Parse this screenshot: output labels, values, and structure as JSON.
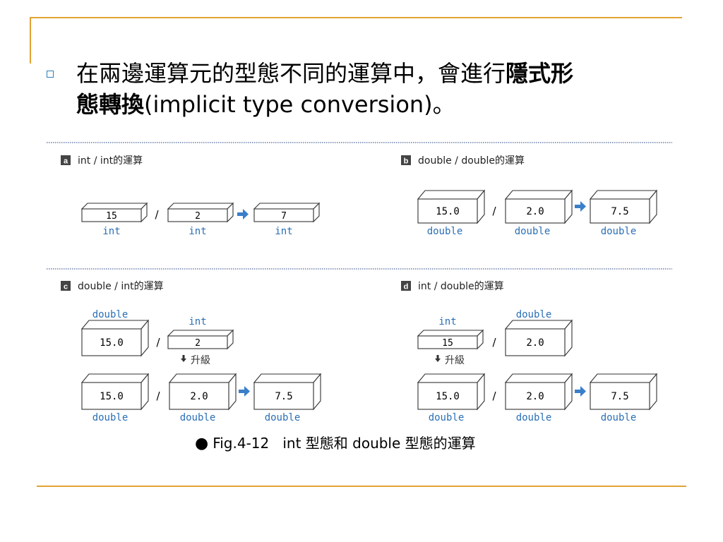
{
  "bullet": {
    "line1_plain": "在兩邊運算元的型態不同的運算中，會進行",
    "line1_bold": "隱式形",
    "line2_bold": "態轉換",
    "line2_plain": "(implicit type conversion)。"
  },
  "panels": {
    "a": {
      "letter": "a",
      "title": "int / int的運算",
      "op1": {
        "value": "15",
        "type": "int"
      },
      "op2": {
        "value": "2",
        "type": "int"
      },
      "result": {
        "value": "7",
        "type": "int"
      },
      "op": "/"
    },
    "b": {
      "letter": "b",
      "title": "double / double的運算",
      "op1": {
        "value": "15.0",
        "type": "double"
      },
      "op2": {
        "value": "2.0",
        "type": "double"
      },
      "result": {
        "value": "7.5",
        "type": "double"
      },
      "op": "/"
    },
    "c": {
      "letter": "c",
      "title": "double / int的運算",
      "top1": {
        "value": "15.0",
        "type": "double"
      },
      "top2": {
        "value": "2",
        "type": "int"
      },
      "promote": "升級",
      "bot1": {
        "value": "15.0",
        "type": "double"
      },
      "bot2": {
        "value": "2.0",
        "type": "double"
      },
      "result": {
        "value": "7.5",
        "type": "double"
      },
      "op": "/"
    },
    "d": {
      "letter": "d",
      "title": "int / double的運算",
      "top1": {
        "value": "15",
        "type": "int"
      },
      "top2": {
        "value": "2.0",
        "type": "double"
      },
      "promote": "升級",
      "bot1": {
        "value": "15.0",
        "type": "double"
      },
      "bot2": {
        "value": "2.0",
        "type": "double"
      },
      "result": {
        "value": "7.5",
        "type": "double"
      },
      "op": "/"
    }
  },
  "caption": {
    "fig": "Fig.4-12",
    "text": "int 型態和 double 型態的運算"
  },
  "colors": {
    "type_label": "#2a6fb5",
    "arrow": "#3a7fc8",
    "rule": "#e2a333",
    "bullet": "#2a7fb8"
  }
}
